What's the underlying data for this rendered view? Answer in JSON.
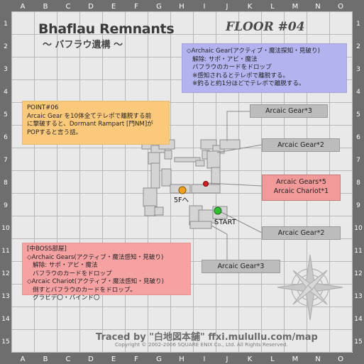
{
  "map": {
    "title": "Bhaflau Remnants",
    "subtitle": "〜 バフラウ遺構 〜",
    "floor": "FLOOR #04"
  },
  "grid": {
    "columns": [
      "A",
      "B",
      "C",
      "D",
      "E",
      "F",
      "G",
      "H",
      "I",
      "J",
      "K",
      "L",
      "M",
      "N",
      "O"
    ],
    "rows": [
      "1",
      "2",
      "3",
      "4",
      "5",
      "6",
      "7",
      "8",
      "9",
      "10",
      "11",
      "12",
      "13",
      "14",
      "15"
    ]
  },
  "notes": {
    "archaic": [
      "◇Archaic Gear(アクティブ・魔法探知・見破り)",
      "解除: サポ・アビ・魔法",
      "バフラウのカードをドロップ",
      "※感知されるとテレポで離脱する。",
      "※釣ると約1分ほどでテレポで離脱する。"
    ],
    "point": [
      "POINT#06",
      "Arcaic Gear を10体全てテレポで離脱する前",
      "に撃破すると、Dormant Rampart [門NM]が",
      "POPすると言う話。"
    ],
    "boss": [
      "[中BOSS部屋]",
      "◇Archaic Gears(アクティブ・魔法感知・見破り)",
      "解除: サポ・アビ・魔法",
      "バフラウのカードをドロップ",
      "◇Arcaic Chariot(アクティブ・魔法感知・見破り)",
      "倒すとバフラウのカードをドロップ。",
      "グラビデ〇・バインド〇"
    ]
  },
  "callouts": {
    "top": "Arcaic Gear*3",
    "upper": "Arcaic Gear*2",
    "center_line1": "Arcaic Gears*5",
    "center_line2": "Arcaic Chariot*1",
    "lower": "Arcaic Gear*2",
    "bottom": "Arcaic Gear*3"
  },
  "labels": {
    "stairs": "5Fへ",
    "start": "START"
  },
  "markers": {
    "stairs_color": "#f0a020",
    "boss_color": "#d02020",
    "start_color": "#30c030"
  },
  "footer": {
    "traced": "Traced by \"白地図本舗\" ffxi.mulullu.com/map",
    "copyright": "Copyright © 2002-2006 SQUARE ENIX Co., Ltd. All Rights Reserved."
  },
  "colors": {
    "archaic_box": "#b3b3f0",
    "point_box": "#fbc97c",
    "boss_box": "#f6a2a2",
    "tag_grey": "#bcbcbc",
    "tag_pink": "#f29a9a",
    "header_cells": "#6e6e6e"
  }
}
